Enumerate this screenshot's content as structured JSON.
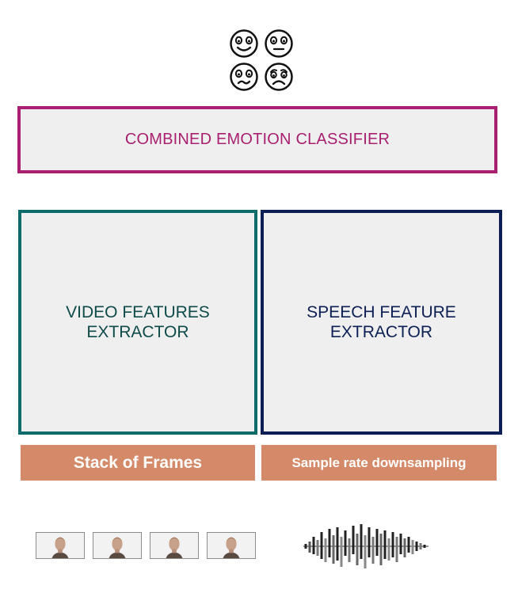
{
  "emotions": [
    {
      "icon": "happy-face-icon"
    },
    {
      "icon": "neutral-face-icon"
    },
    {
      "icon": "disgusted-face-icon"
    },
    {
      "icon": "sad-face-icon"
    }
  ],
  "combined_classifier": {
    "label": "COMBINED EMOTION CLASSIFIER",
    "color": "#a8206f"
  },
  "video_extractor": {
    "line1": "VIDEO FEATURES",
    "line2": "EXTRACTOR",
    "color": "#0d6b6c"
  },
  "speech_extractor": {
    "line1": "SPEECH FEATURE",
    "line2": "EXTRACTOR",
    "color": "#0c1f55"
  },
  "frames_bar": {
    "label": "Stack of Frames",
    "color": "#d48a68"
  },
  "audio_bar": {
    "label": "Sample rate downsampling",
    "color": "#d48a68"
  },
  "frames": [
    {
      "icon": "video-frame-thumbnail"
    },
    {
      "icon": "video-frame-thumbnail"
    },
    {
      "icon": "video-frame-thumbnail"
    },
    {
      "icon": "video-frame-thumbnail"
    }
  ],
  "waveform": {
    "icon": "audio-waveform-icon"
  }
}
